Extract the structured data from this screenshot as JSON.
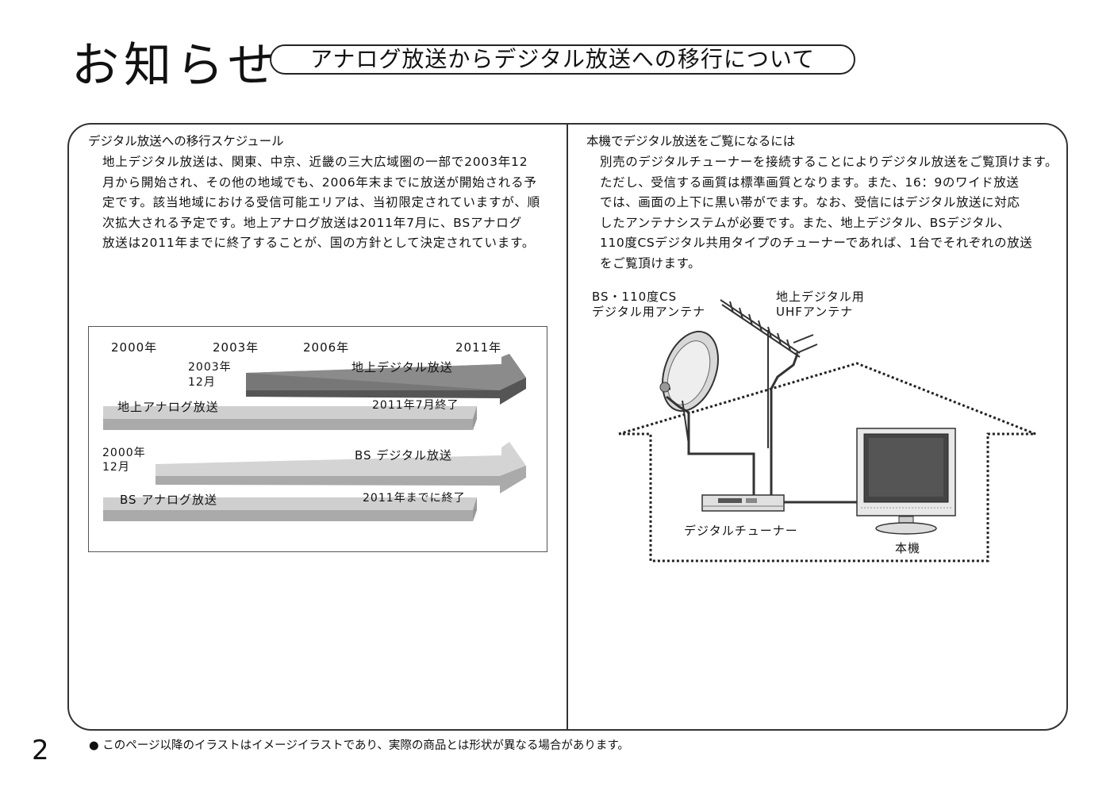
{
  "header": {
    "title": "お知らせ",
    "subtitle": "アナログ放送からデジタル放送への移行について"
  },
  "left": {
    "heading": "デジタル放送への移行スケジュール",
    "paragraph_lines": [
      "地上デジタル放送は、関東、中京、近畿の三大広域圏の一部で2003年12",
      "月から開始され、その他の地域でも、2006年末までに放送が開始される予",
      "定です。該当地域における受信可能エリアは、当初限定されていますが、順",
      "次拡大される予定です。地上アナログ放送は2011年7月に、BSアナログ",
      "放送は2011年までに終了することが、国の方針として決定されています。"
    ],
    "timeline": {
      "years": [
        "2000年",
        "2003年",
        "2006年",
        "2011年"
      ],
      "terrestrial_digital": {
        "start_line1": "2003年",
        "start_line2": "12月",
        "label": "地上デジタル放送"
      },
      "terrestrial_analog": {
        "label": "地上アナログ放送",
        "end": "2011年7月終了"
      },
      "bs_digital": {
        "start_line1": "2000年",
        "start_line2": "12月",
        "label": "BS デジタル放送"
      },
      "bs_analog": {
        "label": "BS アナログ放送",
        "end": "2011年までに終了"
      }
    }
  },
  "right": {
    "heading": "本機でデジタル放送をご覧になるには",
    "paragraph_lines": [
      "別売のデジタルチューナーを接続することによりデジタル放送をご覧頂けます。",
      "ただし、受信する画質は標準画質となります。また、16：9のワイド放送",
      "では、画面の上下に黒い帯がでます。なお、受信にはデジタル放送に対応",
      "したアンテナシステムが必要です。また、地上デジタル、BSデジタル、",
      "110度CSデジタル共用タイプのチューナーであれば、1台でそれぞれの放送",
      "をご覧頂けます。"
    ],
    "diagram": {
      "dish_line1": "BS・110度CS",
      "dish_line2": "デジタル用アンテナ",
      "uhf_line1": "地上デジタル用",
      "uhf_line2": "UHFアンテナ",
      "tuner": "デジタルチューナー",
      "tv": "本機"
    }
  },
  "footer": {
    "note": "● このページ以降のイラストはイメージイラストであり、実際の商品とは形状が異なる場合があります。",
    "page_number": "2"
  }
}
